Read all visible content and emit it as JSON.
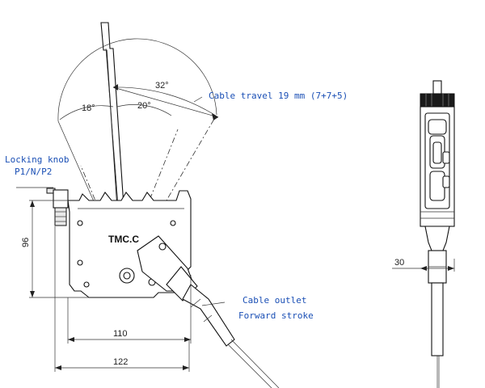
{
  "labels": {
    "cable_travel": "Cable travel 19 mm (7+7+5)",
    "locking_knob_line1": "Locking knob",
    "locking_knob_line2": "P1/N/P2",
    "cable_outlet_line1": "Cable outlet",
    "cable_outlet_line2": "Forward stroke",
    "brand": "TMC.C"
  },
  "dimensions": {
    "angle_total": "32°",
    "angle_left": "18°",
    "angle_right": "20°",
    "height": "96",
    "width_inner": "110",
    "width_outer": "122",
    "side_width": "30"
  },
  "colors": {
    "callout_text": "#1a4fb5",
    "line": "#111111"
  }
}
